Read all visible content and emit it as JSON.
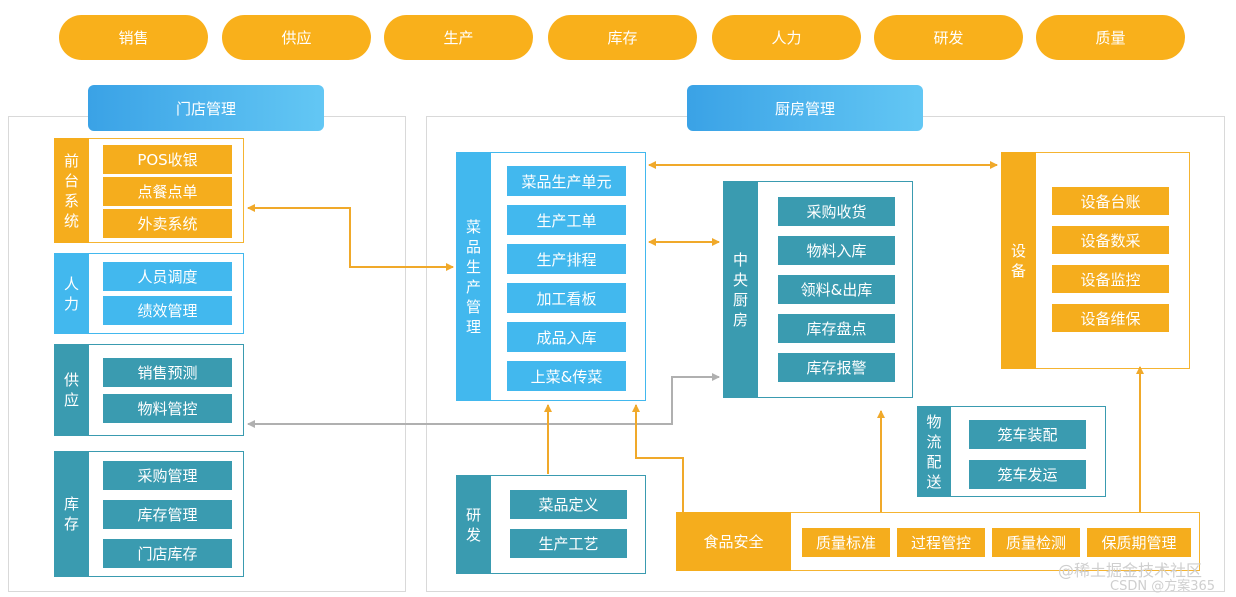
{
  "top_bar": [
    "销售",
    "供应",
    "生产",
    "库存",
    "人力",
    "研发",
    "质量"
  ],
  "store": {
    "header": "门店管理",
    "front": {
      "label": [
        "前",
        "台",
        "系",
        "统"
      ],
      "items": [
        "POS收银",
        "点餐点单",
        "外卖系统"
      ]
    },
    "hr": {
      "label": [
        "人",
        "力"
      ],
      "items": [
        "人员调度",
        "绩效管理"
      ]
    },
    "supply": {
      "label": [
        "供",
        "应"
      ],
      "items": [
        "销售预测",
        "物料管控"
      ]
    },
    "stock": {
      "label": [
        "库",
        "存"
      ],
      "items": [
        "采购管理",
        "库存管理",
        "门店库存"
      ]
    }
  },
  "kitchen": {
    "header": "厨房管理",
    "production": {
      "label": [
        "菜",
        "品",
        "生",
        "产",
        "管",
        "理"
      ],
      "items": [
        "菜品生产单元",
        "生产工单",
        "生产排程",
        "加工看板",
        "成品入库",
        "上菜&传菜"
      ]
    },
    "central": {
      "label": [
        "中",
        "央",
        "厨",
        "房"
      ],
      "items": [
        "采购收货",
        "物料入库",
        "领料&出库",
        "库存盘点",
        "库存报警"
      ]
    },
    "equipment": {
      "label": [
        "设",
        "备"
      ],
      "items": [
        "设备台账",
        "设备数采",
        "设备监控",
        "设备维保"
      ]
    },
    "logistics": {
      "label": [
        "物",
        "流",
        "配",
        "送"
      ],
      "items": [
        "笼车装配",
        "笼车发运"
      ]
    },
    "rnd": {
      "label": [
        "研",
        "发"
      ],
      "items": [
        "菜品定义",
        "生产工艺"
      ]
    },
    "food_safety": {
      "label": "食品安全",
      "items": [
        "质量标准",
        "过程管控",
        "质量检测",
        "保质期管理"
      ]
    }
  },
  "watermark": {
    "line1": "@稀土掘金技术社区",
    "line2": "CSDN @方案365"
  },
  "colors": {
    "orange": "#f5ad1d",
    "teal": "#3a9bb0",
    "blue": "#42b8ee",
    "arrow_orange": "#f0a92a",
    "arrow_gray": "#b0b0b0"
  }
}
